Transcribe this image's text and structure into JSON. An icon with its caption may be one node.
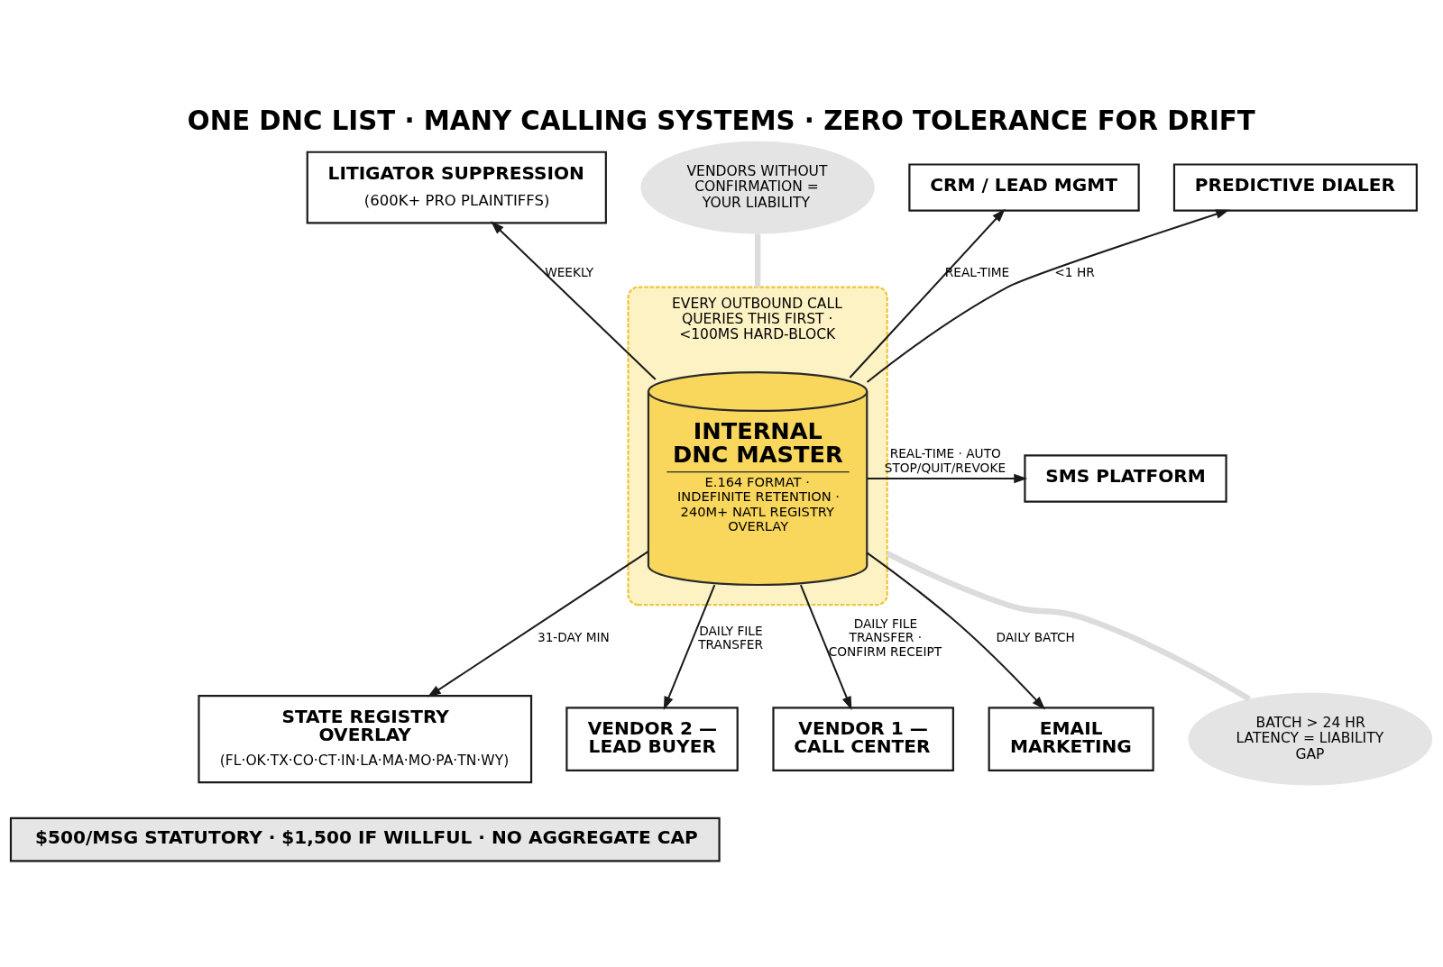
{
  "diagram": {
    "title": "ONE DNC LIST · MANY CALLING SYSTEMS · ZERO TOLERANCE FOR DRIFT",
    "nodes": [
      {
        "text": [
          "CRM / LEAD MGMT"
        ]
      },
      {
        "text": [
          "VENDORS WITHOUT CONFIRMATION = YOUR LIABILITY"
        ]
      },
      {
        "text": [
          "LITIGATOR SUPPRESSION",
          "(600K+ PRO PLAINTIFFS)"
        ]
      },
      {
        "text": [
          "PREDICTIVE DIALER"
        ]
      },
      {
        "text": [
          "EVERY OUTBOUND CALL QUERIES THIS FIRST · <100MS HARD-BLOCK"
        ]
      },
      {
        "text": [
          "INTERNAL DNC MASTER",
          "E.164 FORMAT · INDEFINITE RETENTION · 240M+ NATL REGISTRY OVERLAY"
        ],
        "in": 4
      },
      {
        "text": [
          "STATE REGISTRY OVERLAY",
          "(FL·OK·TX·CO·CT·IN·LA·MA·MO·PA·TN·WY)"
        ]
      },
      {
        "text": [
          "SMS PLATFORM"
        ]
      },
      {
        "text": [
          "BATCH > 24 HR LATENCY = LIABILITY GAP"
        ]
      },
      {
        "text": [
          "VENDOR 2 — LEAD BUYER"
        ]
      },
      {
        "text": [
          "EMAIL MARKETING"
        ]
      },
      {
        "text": [
          "VENDOR 1 — CALL CENTER"
        ]
      },
      {
        "text": [
          "$500/MSG STATUTORY · $1,500 IF WILLFUL · NO AGGREGATE CAP"
        ]
      }
    ],
    "edges": [
      {
        "from": 5,
        "to": 0,
        "arrow": "to",
        "label": "REAL-TIME"
      },
      {
        "from": 5,
        "to": 2,
        "arrow": "to",
        "label": "WEEKLY"
      },
      {
        "from": 5,
        "to": 3,
        "arrow": "to",
        "label": "<1 HR"
      },
      {
        "from": 5,
        "to": 6,
        "arrow": "to",
        "label": "31-DAY MIN"
      },
      {
        "from": 5,
        "to": 7,
        "arrow": "to",
        "label": "REAL-TIME · AUTO STOP/QUIT/REVOKE"
      },
      {
        "from": 5,
        "to": 9,
        "arrow": "to",
        "label": "DAILY FILE TRANSFER"
      },
      {
        "from": 5,
        "to": 11,
        "arrow": "to",
        "label": "DAILY FILE TRANSFER · CONFIRM RECEIPT"
      },
      {
        "from": 5,
        "to": 10,
        "arrow": "to",
        "label": "DAILY BATCH"
      },
      {
        "from": 1,
        "to": 4,
        "arrow": "none",
        "style": "thick",
        "color": "#dcdcdc"
      },
      {
        "from": 8,
        "to": 4,
        "arrow": "none",
        "style": "thick",
        "color": "#dcdcdc"
      }
    ]
  }
}
